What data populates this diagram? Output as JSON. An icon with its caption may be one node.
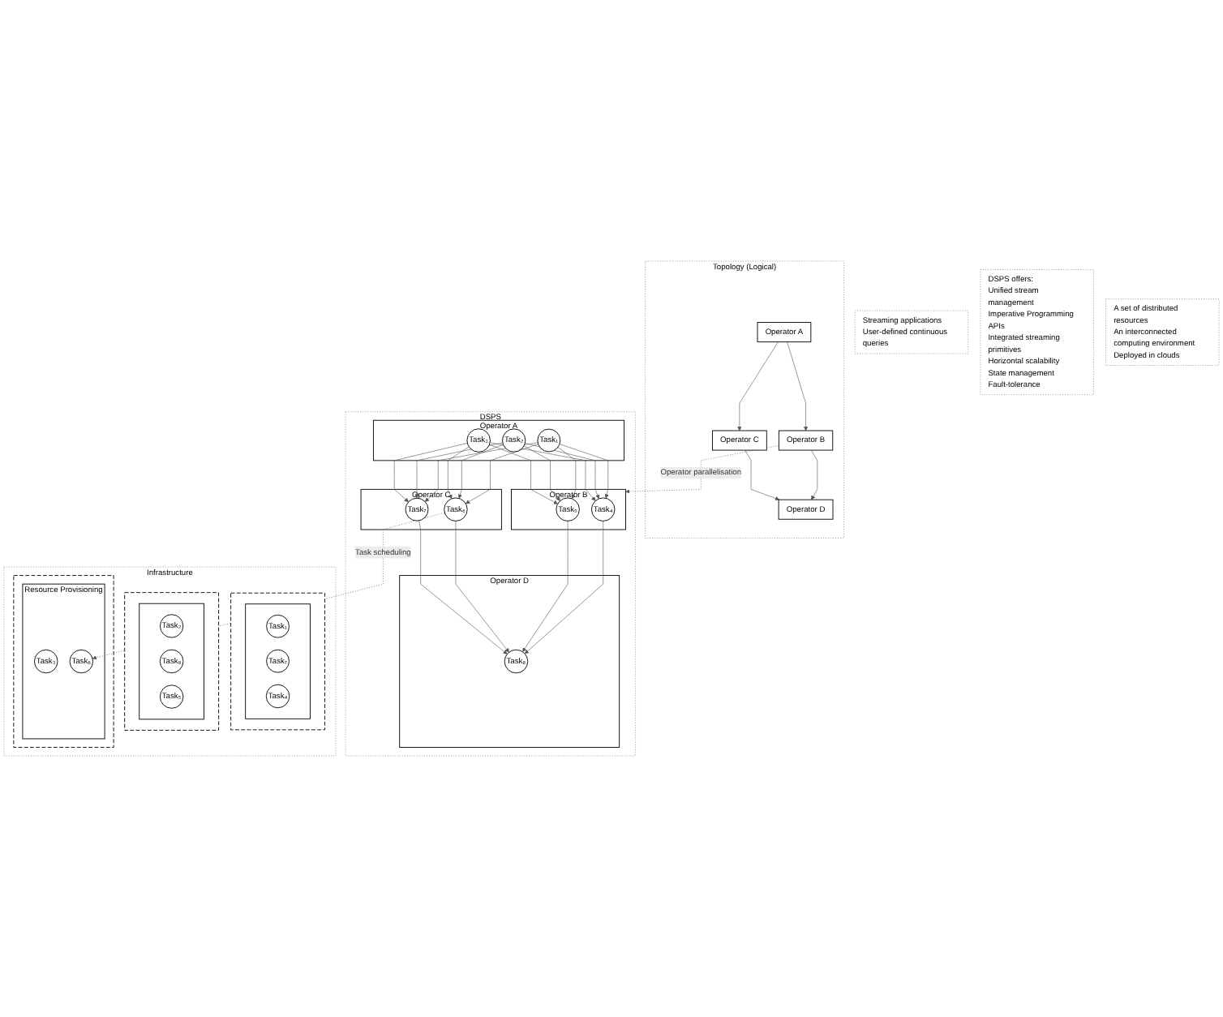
{
  "diagram": {
    "nodes": [
      {
        "text": [
          "Topology (Logical)"
        ]
      },
      {
        "text": [
          "Operator A"
        ],
        "in": 0
      },
      {
        "text": [
          "Operator B"
        ],
        "in": 0
      },
      {
        "text": [
          "Operator C"
        ],
        "in": 0
      },
      {
        "text": [
          "Operator D"
        ],
        "in": 0
      },
      {
        "text": [
          "DSPS"
        ]
      },
      {
        "text": [
          "Operator A"
        ],
        "in": 5
      },
      {
        "text": [
          "Task₁"
        ],
        "in": 6
      },
      {
        "text": [
          "Task₂"
        ],
        "in": 6
      },
      {
        "text": [
          "Task₃"
        ],
        "in": 6
      },
      {
        "text": [
          "Operator B"
        ],
        "in": 5
      },
      {
        "text": [
          "Task₄"
        ],
        "in": 10
      },
      {
        "text": [
          "Task₅"
        ],
        "in": 10
      },
      {
        "text": [
          "Operator C"
        ],
        "in": 5
      },
      {
        "text": [
          "Task₆"
        ],
        "in": 13
      },
      {
        "text": [
          "Task₇"
        ],
        "in": 13
      },
      {
        "text": [
          "Operator D"
        ],
        "in": 5
      },
      {
        "text": [
          "Task₈"
        ],
        "in": 16
      },
      {
        "text": [
          "Infrastructure"
        ]
      },
      {
        "text": [],
        "shape": "box",
        "in": 18
      },
      {
        "text": [],
        "shape": "box",
        "in": 19
      },
      {
        "text": [
          "Task₁"
        ],
        "in": 20
      },
      {
        "text": [
          "Task₇"
        ],
        "in": 20
      },
      {
        "text": [
          "Task₄"
        ],
        "in": 20
      },
      {
        "text": [],
        "shape": "box",
        "in": 18
      },
      {
        "text": [],
        "shape": "box",
        "in": 24
      },
      {
        "text": [
          "Task₂"
        ],
        "in": 25
      },
      {
        "text": [
          "Task₈"
        ],
        "in": 25
      },
      {
        "text": [
          "Task₅"
        ],
        "in": 25
      },
      {
        "text": [],
        "shape": "box",
        "in": 18
      },
      {
        "text": [
          "Resource Provisioning"
        ],
        "in": 29
      },
      {
        "text": [
          "Task₃"
        ],
        "in": 30
      },
      {
        "text": [
          "Task₆"
        ],
        "in": 30
      },
      {
        "text": [
          "Streaming applications",
          "User-defined continuous queries"
        ]
      },
      {
        "text": [
          "DSPS offers:",
          "Unified stream management",
          "Imperative Programming APIs",
          "Integrated streaming primitives",
          "Horizontal scalability",
          "State management",
          "Fault-tolerance"
        ]
      },
      {
        "text": [
          "A set of distributed resources",
          "An interconnected computing environment",
          "Deployed in clouds"
        ]
      }
    ],
    "edges": [
      {
        "from": 1,
        "to": 2,
        "arrow": "to"
      },
      {
        "from": 1,
        "to": 3,
        "arrow": "to"
      },
      {
        "from": 2,
        "to": 4,
        "arrow": "to"
      },
      {
        "from": 3,
        "to": 4,
        "arrow": "to"
      },
      {
        "from": 2,
        "to": 10,
        "arrow": "to",
        "label": "Operator parallelisation",
        "style": "dashed"
      },
      {
        "from": 7,
        "to": 11,
        "arrow": "to"
      },
      {
        "from": 7,
        "to": 12,
        "arrow": "to"
      },
      {
        "from": 7,
        "to": 14,
        "arrow": "to"
      },
      {
        "from": 7,
        "to": 15,
        "arrow": "to"
      },
      {
        "from": 8,
        "to": 11,
        "arrow": "to"
      },
      {
        "from": 8,
        "to": 12,
        "arrow": "to"
      },
      {
        "from": 8,
        "to": 14,
        "arrow": "to"
      },
      {
        "from": 8,
        "to": 15,
        "arrow": "to"
      },
      {
        "from": 9,
        "to": 11,
        "arrow": "to"
      },
      {
        "from": 9,
        "to": 12,
        "arrow": "to"
      },
      {
        "from": 9,
        "to": 14,
        "arrow": "to"
      },
      {
        "from": 9,
        "to": 15,
        "arrow": "to"
      },
      {
        "from": 11,
        "to": 17,
        "arrow": "to"
      },
      {
        "from": 12,
        "to": 17,
        "arrow": "to"
      },
      {
        "from": 14,
        "to": 17,
        "arrow": "to"
      },
      {
        "from": 15,
        "to": 17,
        "arrow": "to"
      },
      {
        "from": 14,
        "to": 32,
        "arrow": "to",
        "label": "Task scheduling",
        "style": "dashed"
      }
    ]
  }
}
